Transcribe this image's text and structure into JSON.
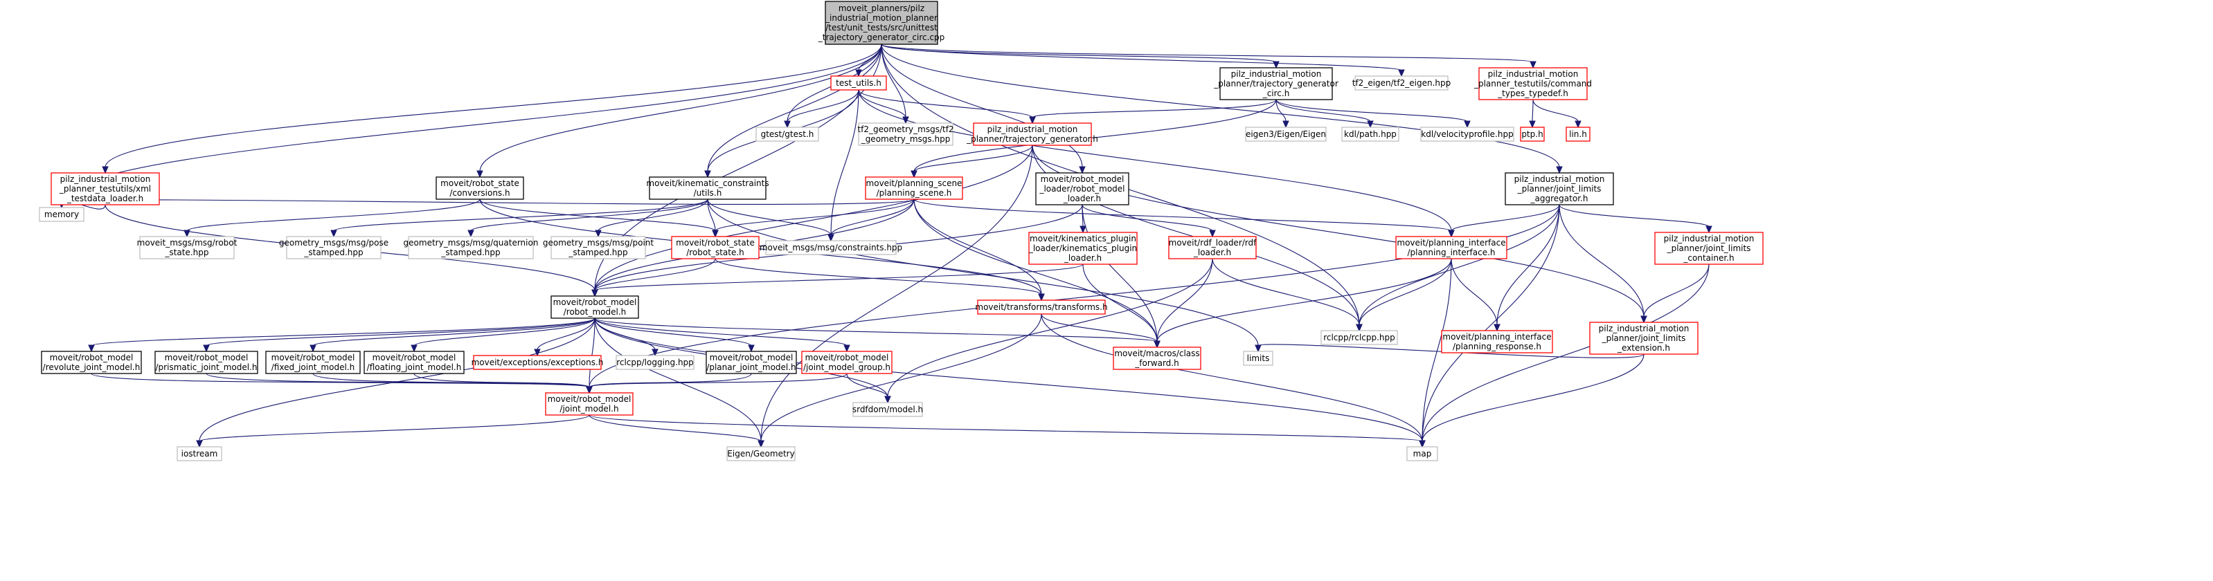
{
  "colors": {
    "edge": "#191970",
    "root_fill": "#bfbfbf",
    "root_border": "#000000",
    "normal_border": "#000000",
    "missing_border": "#ff0000",
    "external_border": "#bfbfbf",
    "text": "#000000"
  },
  "nodes": [
    {
      "id": "root",
      "style": "root",
      "lines": [
        "moveit_planners/pilz",
        "_industrial_motion_planner",
        "/test/unit_tests/src/unittest",
        "_trajectory_generator_circ.cpp"
      ]
    },
    {
      "id": "test_utils",
      "style": "missing",
      "lines": [
        "test_utils.h"
      ]
    },
    {
      "id": "gtest",
      "style": "external",
      "lines": [
        "gtest/gtest.h"
      ]
    },
    {
      "id": "tf2_geometry",
      "style": "external",
      "lines": [
        "tf2_geometry_msgs/tf2",
        "_geometry_msgs.hpp"
      ]
    },
    {
      "id": "tg_circ",
      "style": "normal",
      "lines": [
        "pilz_industrial_motion",
        "_planner/trajectory_generator",
        "_circ.h"
      ]
    },
    {
      "id": "tf2_eigen",
      "style": "external",
      "lines": [
        "tf2_eigen/tf2_eigen.hpp"
      ]
    },
    {
      "id": "cmd_types",
      "style": "missing",
      "lines": [
        "pilz_industrial_motion",
        "_planner_testutils/command",
        "_types_typedef.h"
      ]
    },
    {
      "id": "ptp",
      "style": "missing",
      "lines": [
        "ptp.h"
      ]
    },
    {
      "id": "lin",
      "style": "missing",
      "lines": [
        "lin.h"
      ]
    },
    {
      "id": "eigen3",
      "style": "external",
      "lines": [
        "eigen3/Eigen/Eigen"
      ]
    },
    {
      "id": "kdl_path",
      "style": "external",
      "lines": [
        "kdl/path.hpp"
      ]
    },
    {
      "id": "kdl_vel",
      "style": "external",
      "lines": [
        "kdl/velocityprofile.hpp"
      ]
    },
    {
      "id": "traj_gen",
      "style": "missing",
      "lines": [
        "pilz_industrial_motion",
        "_planner/trajectory_generator.h"
      ]
    },
    {
      "id": "xml_loader",
      "style": "missing",
      "lines": [
        "pilz_industrial_motion",
        "_planner_testutils/xml",
        "_testdata_loader.h"
      ]
    },
    {
      "id": "rs_conv",
      "style": "normal",
      "lines": [
        "moveit/robot_state",
        "/conversions.h"
      ]
    },
    {
      "id": "kc_utils",
      "style": "normal",
      "lines": [
        "moveit/kinematic_constraints",
        "/utils.h"
      ]
    },
    {
      "id": "planning_scene",
      "style": "missing",
      "lines": [
        "moveit/planning_scene",
        "/planning_scene.h"
      ]
    },
    {
      "id": "rm_loader",
      "style": "normal",
      "lines": [
        "moveit/robot_model",
        "_loader/robot_model",
        "_loader.h"
      ]
    },
    {
      "id": "jl_aggregator",
      "style": "normal",
      "lines": [
        "pilz_industrial_motion",
        "_planner/joint_limits",
        "_aggregator.h"
      ]
    },
    {
      "id": "memory",
      "style": "external",
      "lines": [
        "memory"
      ]
    },
    {
      "id": "robot_state_msg",
      "style": "external",
      "lines": [
        "moveit_msgs/msg/robot",
        "_state.hpp"
      ]
    },
    {
      "id": "pose_stamped",
      "style": "external",
      "lines": [
        "geometry_msgs/msg/pose",
        "_stamped.hpp"
      ]
    },
    {
      "id": "quat_stamped",
      "style": "external",
      "lines": [
        "geometry_msgs/msg/quaternion",
        "_stamped.hpp"
      ]
    },
    {
      "id": "point_stamped",
      "style": "external",
      "lines": [
        "geometry_msgs/msg/point",
        "_stamped.hpp"
      ]
    },
    {
      "id": "robot_state",
      "style": "missing",
      "lines": [
        "moveit/robot_state",
        "/robot_state.h"
      ]
    },
    {
      "id": "constraints",
      "style": "external",
      "lines": [
        "moveit_msgs/msg/constraints.hpp"
      ]
    },
    {
      "id": "kin_plugin",
      "style": "missing",
      "lines": [
        "moveit/kinematics_plugin",
        "_loader/kinematics_plugin",
        "_loader.h"
      ]
    },
    {
      "id": "rdf_loader",
      "style": "missing",
      "lines": [
        "moveit/rdf_loader/rdf",
        "_loader.h"
      ]
    },
    {
      "id": "planning_interface",
      "style": "missing",
      "lines": [
        "moveit/planning_interface",
        "/planning_interface.h"
      ]
    },
    {
      "id": "jl_container",
      "style": "missing",
      "lines": [
        "pilz_industrial_motion",
        "_planner/joint_limits",
        "_container.h"
      ]
    },
    {
      "id": "robot_model",
      "style": "normal",
      "lines": [
        "moveit/robot_model",
        "/robot_model.h"
      ]
    },
    {
      "id": "transforms",
      "style": "missing",
      "lines": [
        "moveit/transforms/transforms.h"
      ]
    },
    {
      "id": "rclcpp",
      "style": "external",
      "lines": [
        "rclcpp/rclcpp.hpp"
      ]
    },
    {
      "id": "planning_response",
      "style": "missing",
      "lines": [
        "moveit/planning_interface",
        "/planning_response.h"
      ]
    },
    {
      "id": "jl_extension",
      "style": "missing",
      "lines": [
        "pilz_industrial_motion",
        "_planner/joint_limits",
        "_extension.h"
      ]
    },
    {
      "id": "revolute",
      "style": "normal",
      "lines": [
        "moveit/robot_model",
        "/revolute_joint_model.h"
      ]
    },
    {
      "id": "prismatic",
      "style": "normal",
      "lines": [
        "moveit/robot_model",
        "/prismatic_joint_model.h"
      ]
    },
    {
      "id": "fixed",
      "style": "normal",
      "lines": [
        "moveit/robot_model",
        "/fixed_joint_model.h"
      ]
    },
    {
      "id": "floating",
      "style": "normal",
      "lines": [
        "moveit/robot_model",
        "/floating_joint_model.h"
      ]
    },
    {
      "id": "exceptions",
      "style": "missing",
      "lines": [
        "moveit/exceptions/exceptions.h"
      ]
    },
    {
      "id": "rclcpp_logging",
      "style": "external",
      "lines": [
        "rclcpp/logging.hpp"
      ]
    },
    {
      "id": "planar",
      "style": "normal",
      "lines": [
        "moveit/robot_model",
        "/planar_joint_model.h"
      ]
    },
    {
      "id": "jmg",
      "style": "missing",
      "lines": [
        "moveit/robot_model",
        "/joint_model_group.h"
      ]
    },
    {
      "id": "class_forward",
      "style": "missing",
      "lines": [
        "moveit/macros/class",
        "_forward.h"
      ]
    },
    {
      "id": "limits",
      "style": "external",
      "lines": [
        "limits"
      ]
    },
    {
      "id": "srdfdom",
      "style": "external",
      "lines": [
        "srdfdom/model.h"
      ]
    },
    {
      "id": "joint_model",
      "style": "missing",
      "lines": [
        "moveit/robot_model",
        "/joint_model.h"
      ]
    },
    {
      "id": "iostream",
      "style": "external",
      "lines": [
        "iostream"
      ]
    },
    {
      "id": "eigen_geometry",
      "style": "external",
      "lines": [
        "Eigen/Geometry"
      ]
    },
    {
      "id": "map",
      "style": "external",
      "lines": [
        "map"
      ]
    }
  ],
  "edges": [
    [
      "root",
      "test_utils"
    ],
    [
      "root",
      "gtest"
    ],
    [
      "root",
      "tf2_geometry"
    ],
    [
      "root",
      "tg_circ"
    ],
    [
      "root",
      "tf2_eigen"
    ],
    [
      "root",
      "cmd_types"
    ],
    [
      "root",
      "memory"
    ],
    [
      "root",
      "xml_loader"
    ],
    [
      "root",
      "rs_conv"
    ],
    [
      "root",
      "kc_utils"
    ],
    [
      "root",
      "rm_loader"
    ],
    [
      "root",
      "jl_aggregator"
    ],
    [
      "root",
      "robot_model"
    ],
    [
      "root",
      "rclcpp"
    ],
    [
      "test_utils",
      "gtest"
    ],
    [
      "test_utils",
      "tf2_geometry"
    ],
    [
      "test_utils",
      "traj_gen"
    ],
    [
      "test_utils",
      "kc_utils"
    ],
    [
      "test_utils",
      "constraints"
    ],
    [
      "test_utils",
      "planning_interface"
    ],
    [
      "tg_circ",
      "traj_gen"
    ],
    [
      "tg_circ",
      "eigen3"
    ],
    [
      "tg_circ",
      "kdl_path"
    ],
    [
      "tg_circ",
      "kdl_vel"
    ],
    [
      "tg_circ",
      "planning_scene"
    ],
    [
      "cmd_types",
      "ptp"
    ],
    [
      "cmd_types",
      "lin"
    ],
    [
      "traj_gen",
      "planning_scene"
    ],
    [
      "traj_gen",
      "robot_model"
    ],
    [
      "traj_gen",
      "eigen_geometry"
    ],
    [
      "traj_gen",
      "jl_extension"
    ],
    [
      "traj_gen",
      "rclcpp"
    ],
    [
      "xml_loader",
      "memory"
    ],
    [
      "xml_loader",
      "robot_model"
    ],
    [
      "rs_conv",
      "robot_state"
    ],
    [
      "rs_conv",
      "robot_state_msg"
    ],
    [
      "rs_conv",
      "transforms"
    ],
    [
      "kc_utils",
      "robot_state"
    ],
    [
      "kc_utils",
      "constraints"
    ],
    [
      "kc_utils",
      "pose_stamped"
    ],
    [
      "kc_utils",
      "quat_stamped"
    ],
    [
      "kc_utils",
      "point_stamped"
    ],
    [
      "kc_utils",
      "limits"
    ],
    [
      "planning_scene",
      "robot_state"
    ],
    [
      "planning_scene",
      "constraints"
    ],
    [
      "planning_scene",
      "transforms"
    ],
    [
      "planning_scene",
      "class_forward"
    ],
    [
      "planning_scene",
      "robot_model"
    ],
    [
      "planning_scene",
      "memory"
    ],
    [
      "planning_scene",
      "planning_interface"
    ],
    [
      "rm_loader",
      "kin_plugin"
    ],
    [
      "rm_loader",
      "rdf_loader"
    ],
    [
      "rm_loader",
      "robot_model"
    ],
    [
      "rm_loader",
      "class_forward"
    ],
    [
      "jl_aggregator",
      "planning_interface"
    ],
    [
      "jl_aggregator",
      "planning_response"
    ],
    [
      "jl_aggregator",
      "jl_container"
    ],
    [
      "jl_aggregator",
      "jl_extension"
    ],
    [
      "jl_aggregator",
      "map"
    ],
    [
      "jl_aggregator",
      "rclcpp"
    ],
    [
      "jl_aggregator",
      "joint_model"
    ],
    [
      "robot_state",
      "robot_model"
    ],
    [
      "robot_state",
      "transforms"
    ],
    [
      "kin_plugin",
      "robot_model"
    ],
    [
      "kin_plugin",
      "class_forward"
    ],
    [
      "rdf_loader",
      "rclcpp"
    ],
    [
      "rdf_loader",
      "class_forward"
    ],
    [
      "rdf_loader",
      "srdfdom"
    ],
    [
      "planning_interface",
      "planning_response"
    ],
    [
      "planning_interface",
      "rclcpp"
    ],
    [
      "planning_interface",
      "class_forward"
    ],
    [
      "planning_interface",
      "map"
    ],
    [
      "jl_container",
      "jl_extension"
    ],
    [
      "jl_container",
      "map"
    ],
    [
      "jl_extension",
      "limits"
    ],
    [
      "jl_extension",
      "map"
    ],
    [
      "robot_model",
      "revolute"
    ],
    [
      "robot_model",
      "prismatic"
    ],
    [
      "robot_model",
      "fixed"
    ],
    [
      "robot_model",
      "floating"
    ],
    [
      "robot_model",
      "exceptions"
    ],
    [
      "robot_model",
      "rclcpp_logging"
    ],
    [
      "robot_model",
      "planar"
    ],
    [
      "robot_model",
      "jmg"
    ],
    [
      "robot_model",
      "class_forward"
    ],
    [
      "robot_model",
      "srdfdom"
    ],
    [
      "robot_model",
      "iostream"
    ],
    [
      "robot_model",
      "eigen_geometry"
    ],
    [
      "robot_model",
      "map"
    ],
    [
      "robot_model",
      "joint_model"
    ],
    [
      "transforms",
      "class_forward"
    ],
    [
      "transforms",
      "eigen_geometry"
    ],
    [
      "transforms",
      "map"
    ],
    [
      "revolute",
      "joint_model"
    ],
    [
      "prismatic",
      "joint_model"
    ],
    [
      "fixed",
      "joint_model"
    ],
    [
      "floating",
      "joint_model"
    ],
    [
      "planar",
      "joint_model"
    ],
    [
      "jmg",
      "joint_model"
    ],
    [
      "jmg",
      "srdfdom"
    ],
    [
      "joint_model",
      "iostream"
    ],
    [
      "joint_model",
      "eigen_geometry"
    ],
    [
      "joint_model",
      "map"
    ]
  ]
}
